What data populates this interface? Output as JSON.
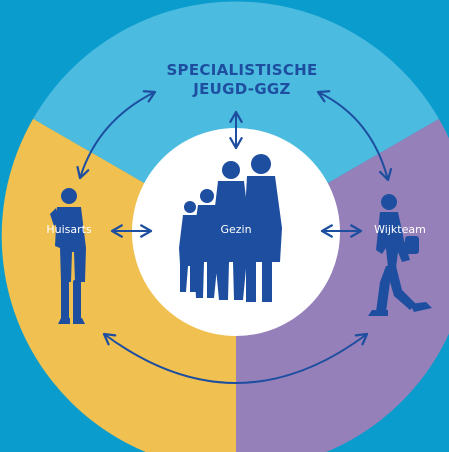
{
  "colors": {
    "background": "#0a9ccc",
    "segment_top": "#4cbbe0",
    "segment_left": "#f0c050",
    "segment_right": "#9580b9",
    "center": "#ffffff",
    "ink": "#1d4ea0"
  },
  "labels": {
    "top_line1": "SPECIALISTISCHE",
    "top_line2": "JEUGD-GGZ",
    "left": "Huisarts",
    "center": "Gezin",
    "right": "Wijkteam"
  },
  "icons": {
    "left_figure": "doctor-silhouette",
    "center_figure": "family-silhouette",
    "right_figure": "walking-person-silhouette"
  }
}
